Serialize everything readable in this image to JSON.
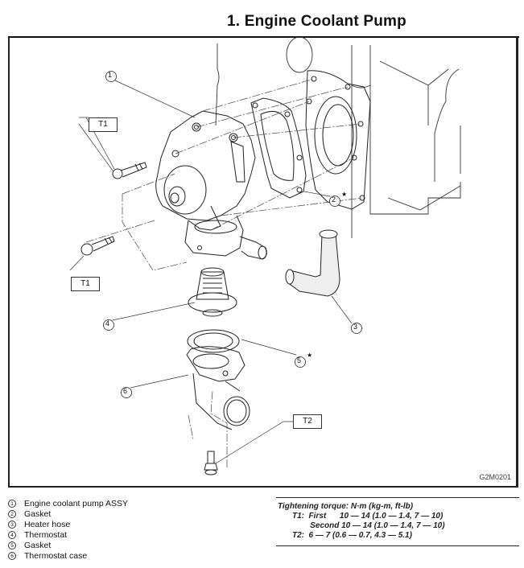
{
  "page": {
    "title": "1.  Engine Coolant Pump"
  },
  "figure": {
    "code": "G2M0201",
    "callouts": [
      {
        "id": "1",
        "label": "1"
      },
      {
        "id": "2",
        "label": "2",
        "star": "★"
      },
      {
        "id": "3",
        "label": "3"
      },
      {
        "id": "4",
        "label": "4"
      },
      {
        "id": "5",
        "label": "5",
        "star": "★"
      },
      {
        "id": "6",
        "label": "6"
      }
    ],
    "torque_tags": {
      "t1_upper": "T1",
      "t1_lower": "T1",
      "t2": "T2"
    }
  },
  "legend": [
    {
      "num": "1",
      "text": "Engine coolant pump ASSY"
    },
    {
      "num": "2",
      "text": "Gasket"
    },
    {
      "num": "3",
      "text": "Heater hose"
    },
    {
      "num": "4",
      "text": "Thermostat"
    },
    {
      "num": "5",
      "text": "Gasket"
    },
    {
      "num": "6",
      "text": "Thermostat case"
    }
  ],
  "torque": {
    "heading": "Tightening torque: N·m (kg-m, ft-lb)",
    "t1_first": "T1:  First      10 — 14 (1.0 — 1.4, 7 — 10)",
    "t1_second": "        Second 10 — 14 (1.0 — 1.4, 7 — 10)",
    "t2": "T2:  6 — 7 (0.6 — 0.7, 4.3 — 5.1)"
  }
}
